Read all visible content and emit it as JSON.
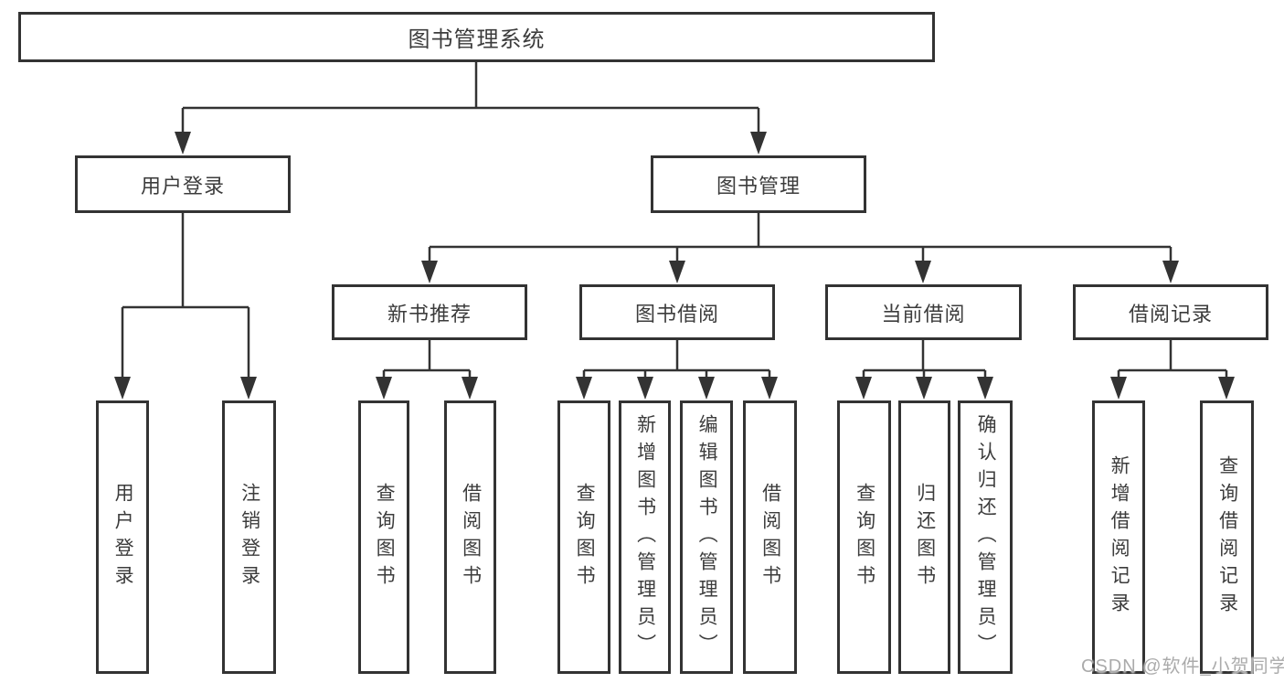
{
  "colors": {
    "line": "#333333",
    "text": "#3c3c3c",
    "watermark": "#ababab"
  },
  "tree": {
    "root": {
      "label": "图书管理系统",
      "children": [
        {
          "label": "用户登录",
          "children": [
            {
              "label": "用户登录"
            },
            {
              "label": "注销登录"
            }
          ]
        },
        {
          "label": "图书管理",
          "children": [
            {
              "label": "新书推荐",
              "children": [
                {
                  "label": "查询图书"
                },
                {
                  "label": "借阅图书"
                }
              ]
            },
            {
              "label": "图书借阅",
              "children": [
                {
                  "label": "查询图书"
                },
                {
                  "label": "新增图书（管理员）"
                },
                {
                  "label": "编辑图书（管理员）"
                },
                {
                  "label": "借阅图书"
                }
              ]
            },
            {
              "label": "当前借阅",
              "children": [
                {
                  "label": "查询图书"
                },
                {
                  "label": "归还图书"
                },
                {
                  "label": "确认归还（管理员）"
                }
              ]
            },
            {
              "label": "借阅记录",
              "children": [
                {
                  "label": "新增借阅记录"
                },
                {
                  "label": "查询借阅记录"
                }
              ]
            }
          ]
        }
      ]
    }
  },
  "watermark": {
    "text": "CSDN @软件_小贺同学"
  }
}
